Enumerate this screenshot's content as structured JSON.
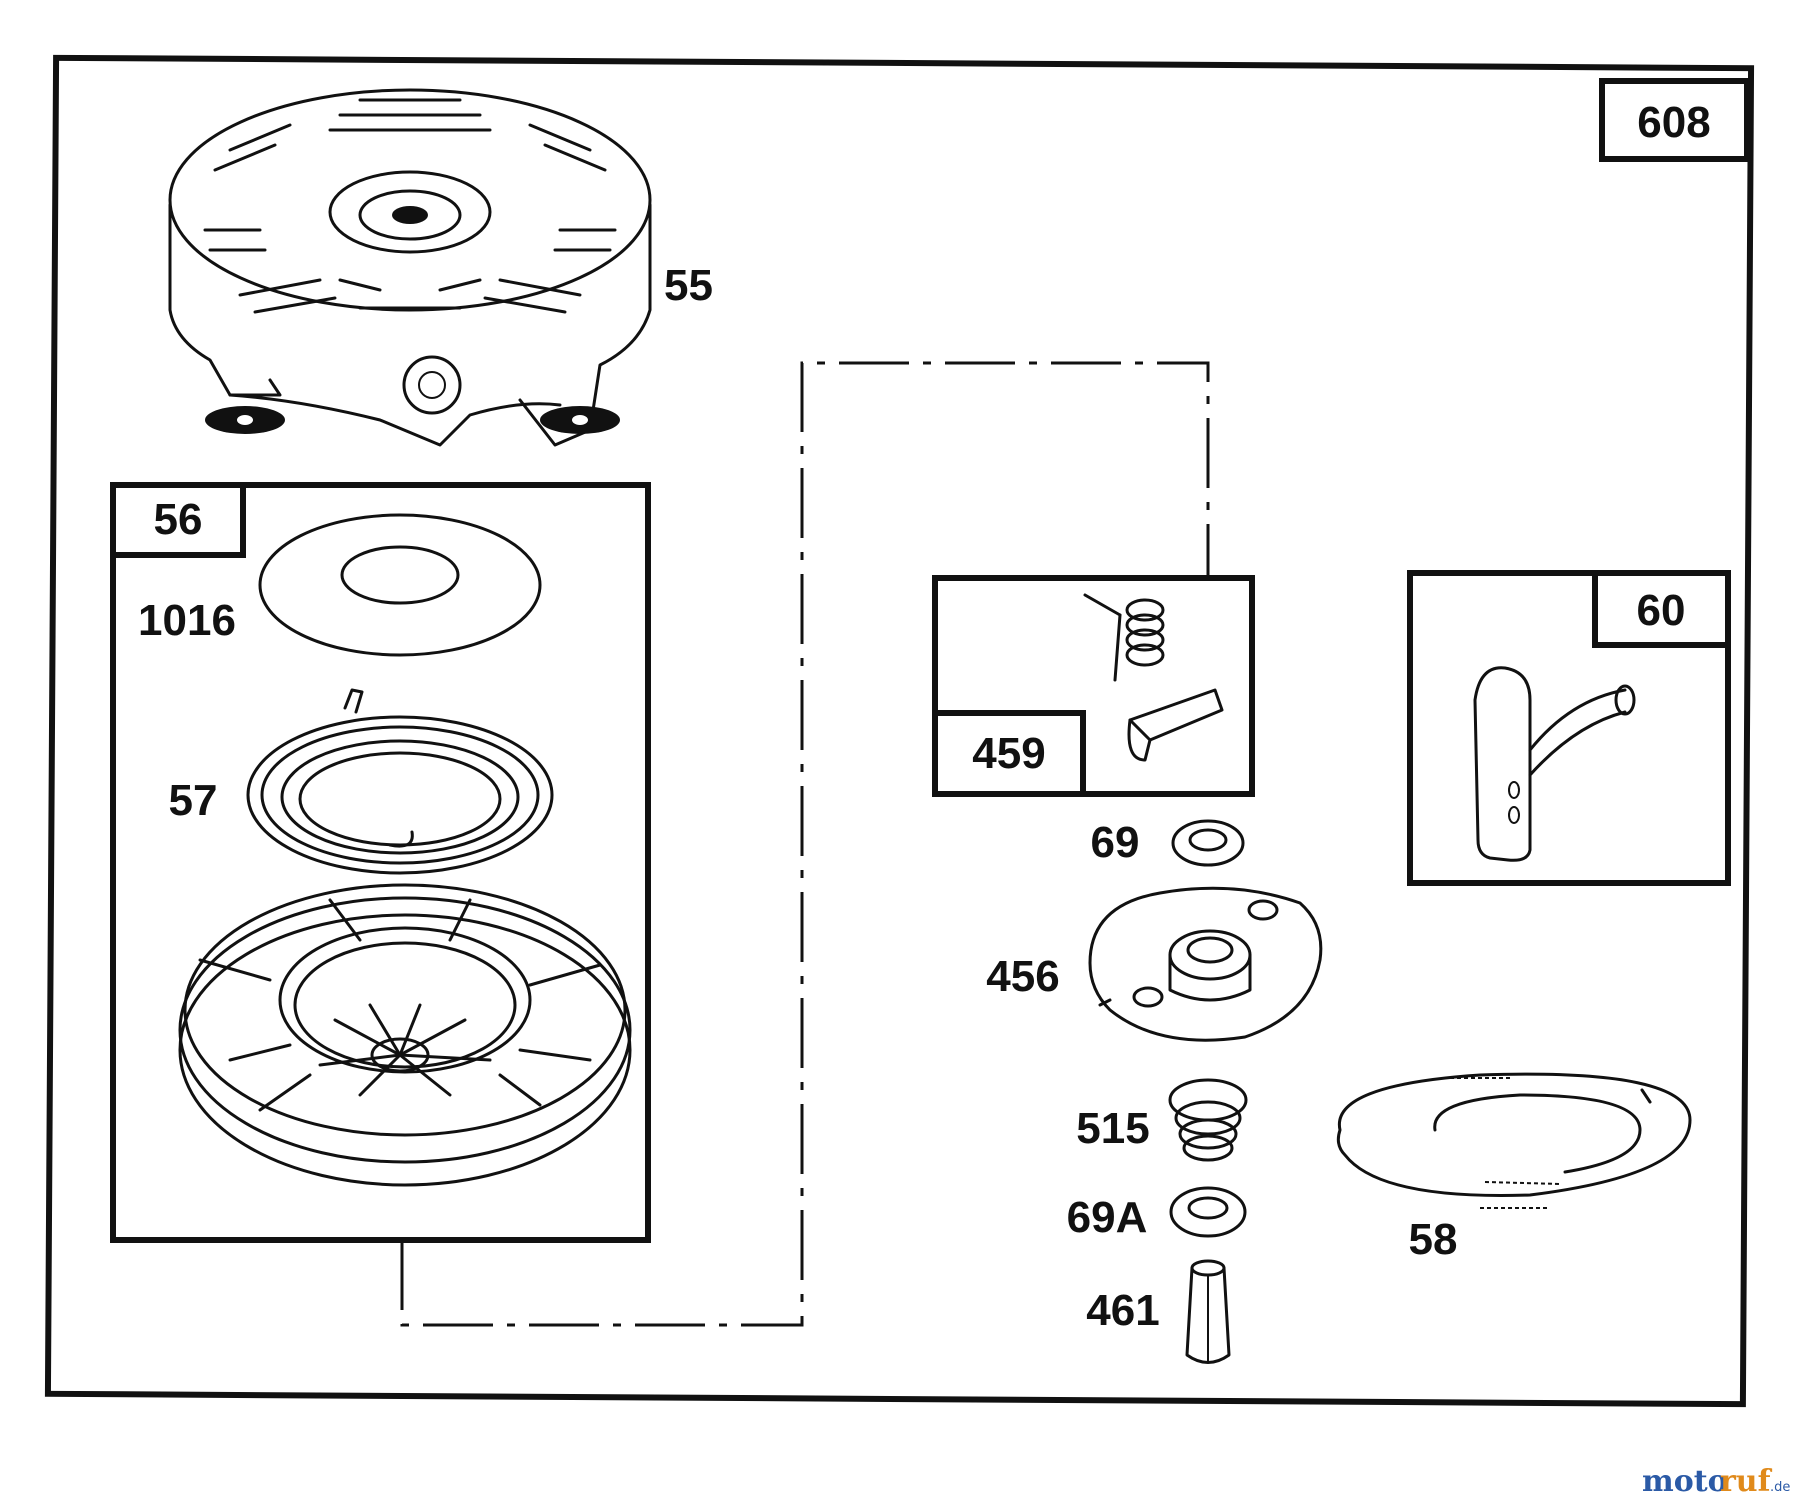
{
  "diagram": {
    "assembly_label": "608",
    "parts": {
      "p55": "55",
      "p56": "56",
      "p1016": "1016",
      "p57": "57",
      "p459": "459",
      "p60": "60",
      "p69": "69",
      "p456": "456",
      "p515": "515",
      "p69A": "69A",
      "p461": "461",
      "p58": "58"
    }
  },
  "watermark": {
    "brand_a": "moto",
    "brand_b": "ruf",
    "suffix": ".de"
  },
  "colors": {
    "line": "#111111",
    "watermark_blue": "#2b5aa6",
    "watermark_orange": "#e08a1b"
  }
}
